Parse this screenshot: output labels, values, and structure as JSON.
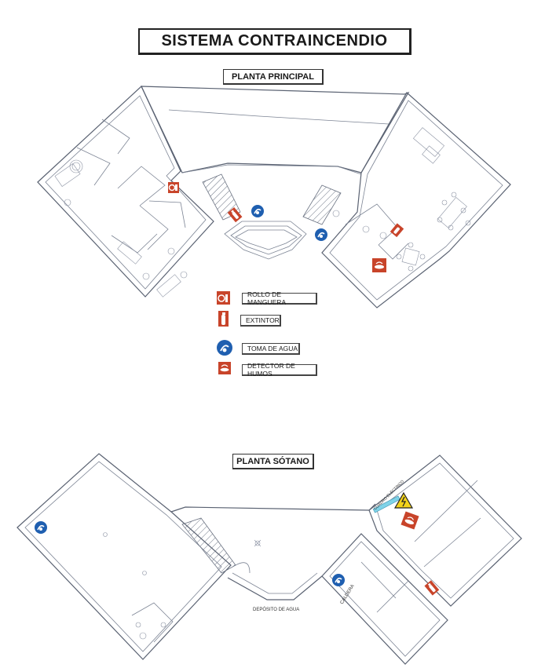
{
  "title": "SISTEMA CONTRAINCENDIO",
  "floors": {
    "main": {
      "label": "PLANTA PRINCIPAL"
    },
    "basement": {
      "label": "PLANTA SÓTANO"
    }
  },
  "legend": {
    "items": [
      {
        "icon": "hose-reel-icon",
        "label": "ROLLO DE MANGUERA"
      },
      {
        "icon": "extinguisher-icon",
        "label": "EXTINTOR"
      },
      {
        "icon": "water-intake-icon",
        "label": "TOMA DE AGUA"
      },
      {
        "icon": "smoke-detector-icon",
        "label": "DETECTOR DE HUMOS"
      }
    ]
  },
  "annotations": {
    "electrical_panel": "CUADRO ELÉCTRICO",
    "boiler": "CALDERA",
    "water_tank": "DEPÓSITO DE AGUA"
  },
  "colors": {
    "fire_red": "#c8442a",
    "water_blue": "#1f5fb0",
    "warning_yellow": "#f2d21b",
    "wall": "#5a6272"
  }
}
